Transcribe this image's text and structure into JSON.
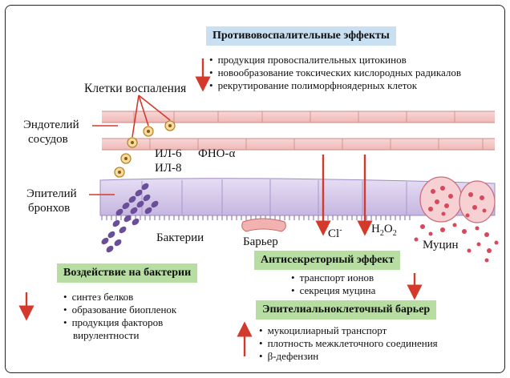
{
  "boxes": {
    "anti_inflammatory": "Противовоспалительные эффекты",
    "bacteria_effect": "Воздействие на бактерии",
    "antisecretory": "Антисекреторный эффект",
    "epithelial_barrier": "Эпителиальноклеточный барьер"
  },
  "lists": {
    "anti_inflammatory": [
      "продукция провоспалительных цитокинов",
      "новообразование токсических кислородных радикалов",
      "рекрутирование полиморфноядерных клеток"
    ],
    "bacteria_effect": [
      "синтез белков",
      "образование биопленок",
      "продукция факторов",
      "вирулентности"
    ],
    "antisecretory": [
      "транспорт ионов",
      "секреция муцина"
    ],
    "epithelial_barrier": [
      "мукоцилиарный транспорт",
      "плотность межклеточного соединения",
      "β-дефензин"
    ]
  },
  "labels": {
    "inflammation_cells": "Клетки воспаления",
    "endothelium_line1": "Эндотелий",
    "endothelium_line2": "сосудов",
    "il6": "ИЛ-6",
    "tnf": "ФНО-α",
    "il8": "ИЛ-8",
    "epithelium_line1": "Эпителий",
    "epithelium_line2": "бронхов",
    "bacteria": "Бактерии",
    "barrier": "Барьер",
    "cl": "Cl",
    "cl_sup": "-",
    "h2o2_h": "H",
    "h2o2_sub1": "2",
    "h2o2_o": "O",
    "h2o2_sub2": "2",
    "mucin": "Муцин"
  },
  "colors": {
    "arrow_red": "#d33a2c",
    "box_blue": "#c9dff2",
    "box_green": "#b7dda3",
    "vessel_pink": "#f3c4c4",
    "epithelium_purple": "#cfc3e6",
    "bacteria_purple": "#6a4e9a",
    "mucin_red": "#d9475a"
  }
}
